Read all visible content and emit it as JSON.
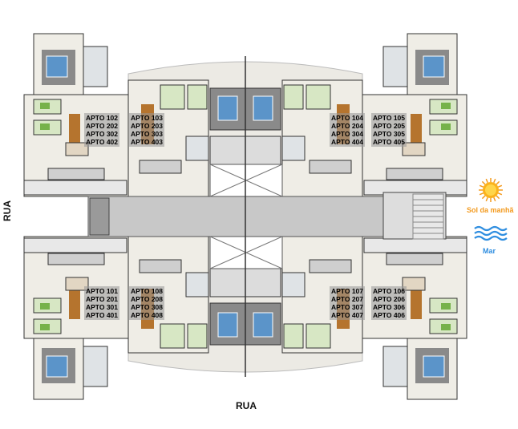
{
  "apartments": [
    {
      "id": "apto-102",
      "lines": [
        "APTO 102",
        "APTO 202",
        "APTO 302",
        "APTO 402"
      ]
    },
    {
      "id": "apto-103",
      "lines": [
        "APTO 103",
        "APTO 203",
        "APTO 303",
        "APTO 403"
      ]
    },
    {
      "id": "apto-104",
      "lines": [
        "APTO 104",
        "APTO 204",
        "APTO 304",
        "APTO 404"
      ]
    },
    {
      "id": "apto-105",
      "lines": [
        "APTO 105",
        "APTO 205",
        "APTO 305",
        "APTO 405"
      ]
    },
    {
      "id": "apto-101",
      "lines": [
        "APTO 101",
        "APTO 201",
        "APTO 301",
        "APTO 401"
      ]
    },
    {
      "id": "apto-108",
      "lines": [
        "APTO 108",
        "APTO 208",
        "APTO 308",
        "APTO 408"
      ]
    },
    {
      "id": "apto-107",
      "lines": [
        "APTO 107",
        "APTO 207",
        "APTO 307",
        "APTO 407"
      ]
    },
    {
      "id": "apto-106",
      "lines": [
        "APTO 106",
        "APTO 206",
        "APTO 306",
        "APTO 406"
      ]
    }
  ],
  "streets": {
    "left": "RUA",
    "bottom": "RUA"
  },
  "legend": {
    "sun_label": "Sol da manhã",
    "sun_icon": "sun-icon",
    "sun_color": "#f39a1e",
    "sea_label": "Mar",
    "sea_icon": "waves-icon",
    "sea_color": "#2f8ee0"
  }
}
